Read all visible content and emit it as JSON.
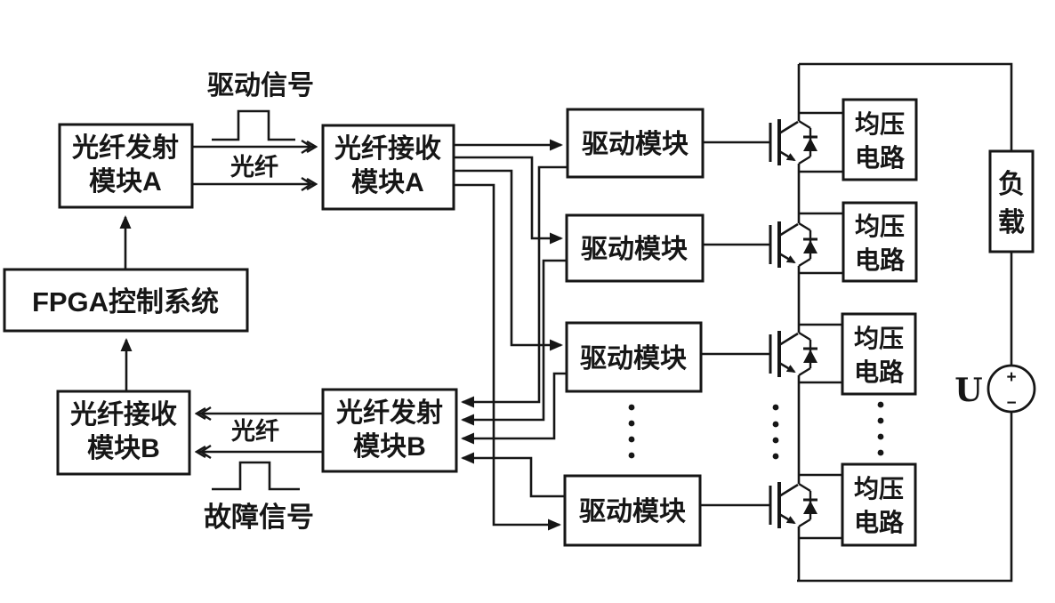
{
  "colors": {
    "ink": "#161616",
    "background": "#ffffff"
  },
  "control_side": {
    "fiber_tx_a": {
      "line1": "光纤发射",
      "line2": "模块A"
    },
    "fiber_rx_a": {
      "line1": "光纤接收",
      "line2": "模块A"
    },
    "fpga": {
      "label": "FPGA控制系统"
    },
    "fiber_rx_b": {
      "line1": "光纤接收",
      "line2": "模块B"
    },
    "fiber_tx_b": {
      "line1": "光纤发射",
      "line2": "模块B"
    }
  },
  "annotations": {
    "drive_signal": "驱动信号",
    "fiber_top": "光纤",
    "fiber_bottom": "光纤",
    "fault_signal": "故障信号"
  },
  "power_stage": {
    "drive_modules": [
      "驱动模块",
      "驱动模块",
      "驱动模块",
      "驱动模块"
    ],
    "equalizers": [
      {
        "line1": "均压",
        "line2": "电路"
      },
      {
        "line1": "均压",
        "line2": "电路"
      },
      {
        "line1": "均压",
        "line2": "电路"
      },
      {
        "line1": "均压",
        "line2": "电路"
      }
    ],
    "load": {
      "line1": "负",
      "line2": "载"
    },
    "source": {
      "label": "U",
      "plus": "+",
      "minus": "−"
    }
  }
}
